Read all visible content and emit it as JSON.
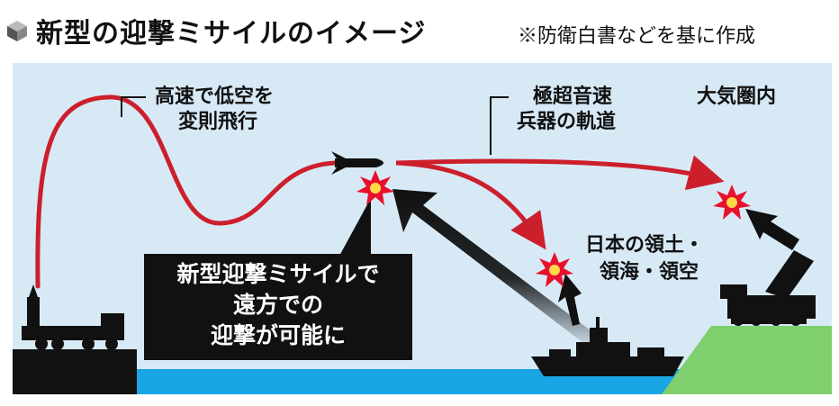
{
  "header": {
    "title": "新型の迎撃ミサイルのイメージ",
    "source": "※防衛白書などを基に作成",
    "title_icon": "cube-icon"
  },
  "labels": {
    "glide_line1": "高速で低空を",
    "glide_line2": "変則飛行",
    "hypersonic_line1": "極超音速",
    "hypersonic_line2": "兵器の軌道",
    "atmosphere": "大気圏内",
    "territory_line1": "日本の領土・",
    "territory_line2": "領海・領空"
  },
  "callout": {
    "line1": "新型迎撃ミサイルで",
    "line2": "遠方での",
    "line3": "迎撃が可能に"
  },
  "colors": {
    "sky": "#d8e9f6",
    "sea": "#1aa6e4",
    "land": "#7fcf6e",
    "trajectory": "#cc1f2c",
    "burst": "#e8112d",
    "silhouette": "#111111"
  },
  "icons": [
    "cube-icon",
    "missile-icon",
    "explosion-icon",
    "launcher-truck-icon",
    "warship-icon",
    "interceptor-launcher-icon"
  ]
}
